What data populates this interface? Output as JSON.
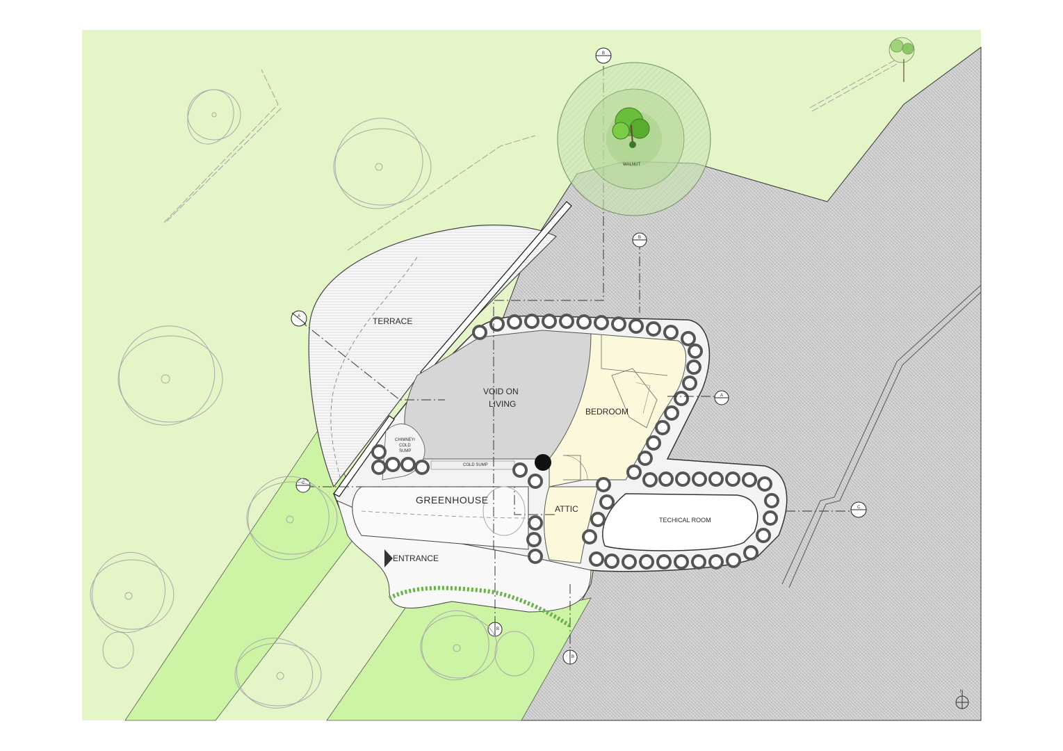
{
  "rooms": {
    "terrace": "TERRACE",
    "void_on_living_line1": "VOID ON",
    "void_on_living_line2": "LIVING",
    "bedroom": "BEDROOM",
    "chimney_line1": "CHIMNEY/",
    "chimney_line2": "COLD",
    "chimney_line3": "SUMP",
    "cold_sump": "COLD SUMP",
    "greenhouse": "GREENHOUSE",
    "attic": "ATTIC",
    "technical_room": "TECHICAL ROOM",
    "entrance": "ENTRANCE",
    "walnut": "WALNUT"
  },
  "section_markers": {
    "a": "A",
    "b": "B",
    "c": "C"
  },
  "north_label": "N",
  "colors": {
    "lawn": "#e4f5c8",
    "bright_lawn": "#cdf4a4",
    "paving": "#d9d9d9",
    "void": "#d6d6d6",
    "bedroom_floor": "#fbf8dc",
    "tire_wall": "#9a9a9a",
    "tree_canopy": "#6abf3a"
  }
}
